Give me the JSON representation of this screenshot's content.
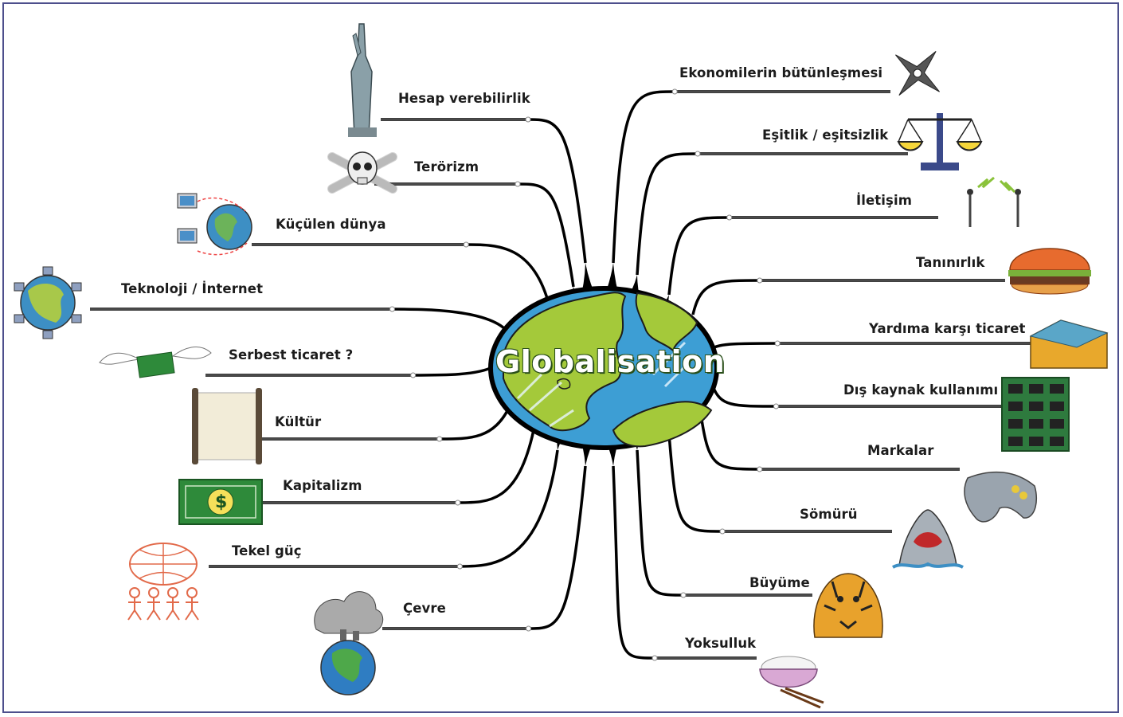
{
  "diagram": {
    "center": "Globalisation",
    "colors": {
      "branch": "#000000",
      "frame": "#4d4f8c",
      "ocean": "#3d9ed4",
      "land": "#a4c93a"
    },
    "left_branches": [
      {
        "label": "Hesap verebilirlik",
        "icon": "statue-of-liberty-icon"
      },
      {
        "label": "Terörizm",
        "icon": "skull-crossbones-icon"
      },
      {
        "label": "Küçülen dünya",
        "icon": "networked-computers-globe-icon"
      },
      {
        "label": "Teknoloji / İnternet",
        "icon": "connected-globe-icon"
      },
      {
        "label": "Serbest ticaret ?",
        "icon": "flying-money-icon"
      },
      {
        "label": "Kültür",
        "icon": "scroll-icon"
      },
      {
        "label": "Kapitalizm",
        "icon": "dollar-bill-icon"
      },
      {
        "label": "Tekel güç",
        "icon": "people-holding-globe-icon"
      },
      {
        "label": "Çevre",
        "icon": "polluted-earth-icon"
      }
    ],
    "right_branches": [
      {
        "label": "Ekonomilerin bütünleşmesi",
        "icon": "compass-rose-icon"
      },
      {
        "label": "Eşitlik / eşitsizlik",
        "icon": "balance-scale-icon"
      },
      {
        "label": "İletişim",
        "icon": "antenna-towers-icon"
      },
      {
        "label": "Tanınırlık",
        "icon": "hamburger-icon"
      },
      {
        "label": "Yardıma karşı ticaret",
        "icon": "factory-building-icon"
      },
      {
        "label": "Dış kaynak kullanımı",
        "icon": "circuit-board-icon"
      },
      {
        "label": "Markalar",
        "icon": "game-controller-icon"
      },
      {
        "label": "Sömürü",
        "icon": "shark-icon"
      },
      {
        "label": "Büyüme",
        "icon": "tiger-icon"
      },
      {
        "label": "Yoksulluk",
        "icon": "rice-bowl-icon"
      }
    ]
  }
}
